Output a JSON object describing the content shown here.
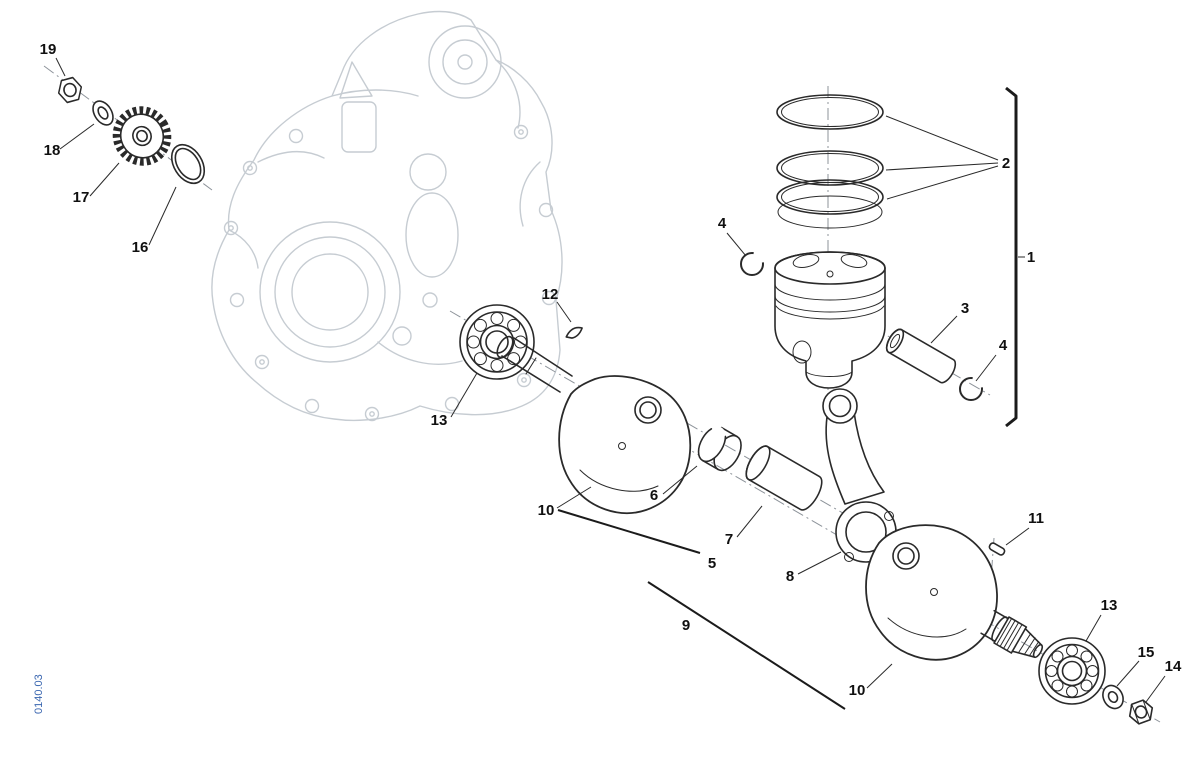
{
  "page": {
    "background": "#ffffff"
  },
  "colors": {
    "line": "#2a2a2a",
    "ghost": "#c6ccd2",
    "centerline": "#8d939a",
    "label": "#101010",
    "code_blue": "#3a66b0"
  },
  "drawing_code": {
    "text": "0140.03"
  },
  "callouts": {
    "c19": {
      "label": "19"
    },
    "c18": {
      "label": "18"
    },
    "c17": {
      "label": "17"
    },
    "c16": {
      "label": "16"
    },
    "c12": {
      "label": "12"
    },
    "c13a": {
      "label": "13"
    },
    "c10a": {
      "label": "10"
    },
    "c6": {
      "label": "6"
    },
    "c7": {
      "label": "7"
    },
    "c5": {
      "label": "5"
    },
    "c8": {
      "label": "8"
    },
    "c9": {
      "label": "9"
    },
    "c2": {
      "label": "2"
    },
    "c1": {
      "label": "1"
    },
    "c4a": {
      "label": "4"
    },
    "c3": {
      "label": "3"
    },
    "c4b": {
      "label": "4"
    },
    "c11": {
      "label": "11"
    },
    "c13b": {
      "label": "13"
    },
    "c10b": {
      "label": "10"
    },
    "c15": {
      "label": "15"
    },
    "c14": {
      "label": "14"
    }
  }
}
